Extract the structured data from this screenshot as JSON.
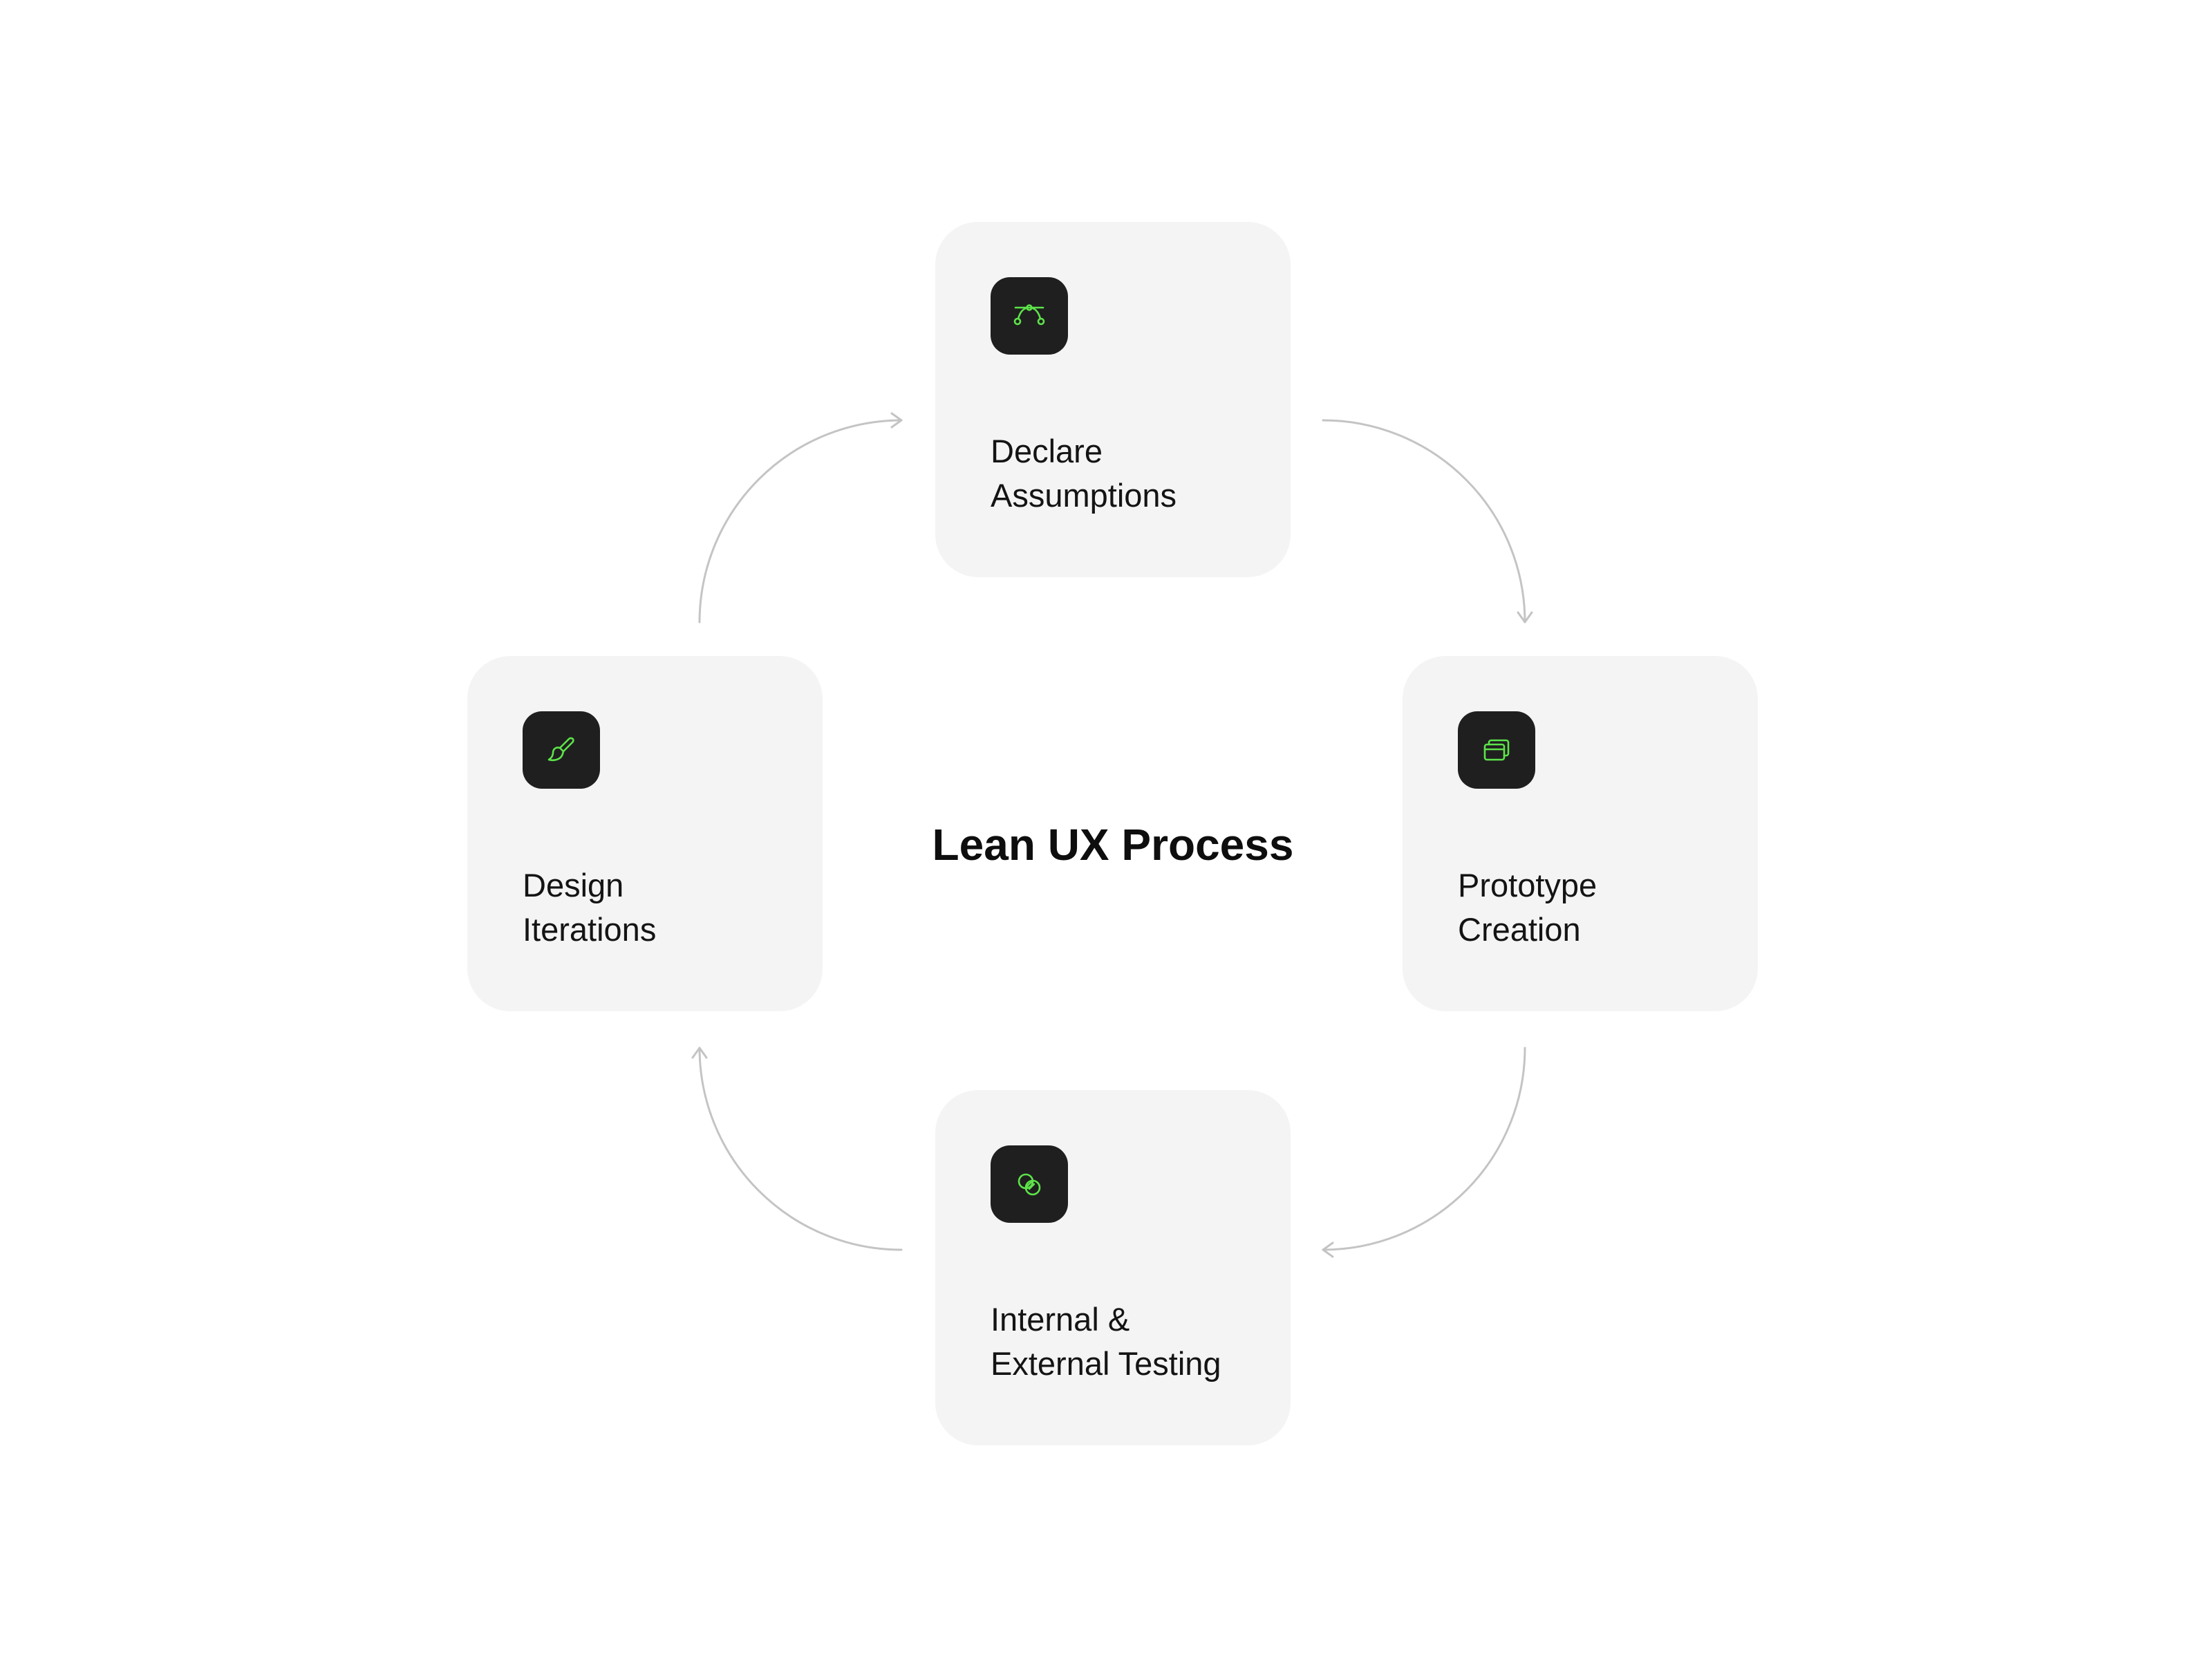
{
  "diagram": {
    "title": "Lean UX Process",
    "accent_color": "#5de34a",
    "tile_color": "#1f1f1f",
    "card_color": "#f4f4f4",
    "connector_color": "#c4c4c4",
    "steps": [
      {
        "label": "Declare\nAssumptions",
        "icon": "bezier-curve-icon"
      },
      {
        "label": "Prototype\nCreation",
        "icon": "stacked-windows-icon"
      },
      {
        "label": "Internal &\nExternal Testing",
        "icon": "overlapping-circles-icon"
      },
      {
        "label": "Design\nIterations",
        "icon": "paintbrush-icon"
      }
    ]
  }
}
